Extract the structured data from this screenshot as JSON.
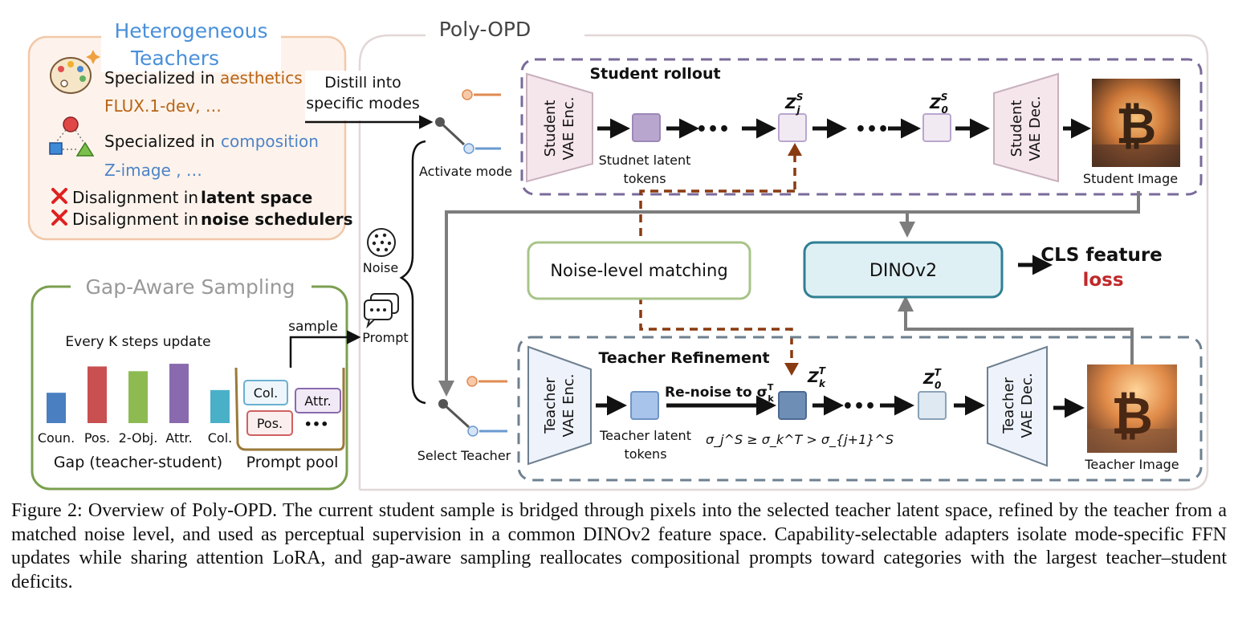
{
  "teachers_panel": {
    "title_line1": "Heterogeneous",
    "title_line2": "Teachers",
    "aesthetics_prefix": "Specialized in ",
    "aesthetics_word": "aesthetics",
    "aesthetics_models": "FLUX.1-dev, …",
    "composition_prefix": "Specialized in ",
    "composition_word": "composition",
    "composition_models": "Z-image , …",
    "issue1_prefix": "Disalignment in ",
    "issue1_bold": "latent space",
    "issue2_prefix": "Disalignment in ",
    "issue2_bold": "noise schedulers"
  },
  "distill_label_line1": "Distill into",
  "distill_label_line2": "specific modes",
  "main_title": "Poly-OPD",
  "activate_mode_label": "Activate mode",
  "select_teacher_label": "Select Teacher",
  "noise_label": "Noise",
  "prompt_label": "Prompt",
  "sample_label": "sample",
  "student": {
    "title": "Student rollout",
    "enc_line1": "Student",
    "enc_line2": "VAE Enc.",
    "dec_line1": "Student",
    "dec_line2": "VAE Dec.",
    "latent_line1": "Studnet latent",
    "latent_line2": "tokens",
    "zj": "Z",
    "zj_sup": "S",
    "zj_sub": "j",
    "z0": "Z",
    "z0_sup": "S",
    "z0_sub": "0",
    "image_label": "Student Image"
  },
  "teacher": {
    "title": "Teacher Refinement",
    "enc_line1": "Teacher",
    "enc_line2": "VAE Enc.",
    "dec_line1": "Teacher",
    "dec_line2": "VAE Dec.",
    "latent_line1": "Teacher latent",
    "latent_line2": "tokens",
    "renoise": "Re-noise to σ",
    "renoise_sup": "T",
    "renoise_sub": "k",
    "zk": "Z",
    "zk_sup": "T",
    "zk_sub": "k",
    "z0": "Z",
    "z0_sup": "T",
    "z0_sub": "0",
    "sigma_condition": "σ_j^S ≥ σ_k^T > σ_{j+1}^S",
    "image_label": "Teacher Image"
  },
  "noise_matching_label": "Noise-level matching",
  "dinov2_label": "DINOv2",
  "cls_feature_label": "CLS feature",
  "loss_label": "loss",
  "gap_panel": {
    "title": "Gap-Aware Sampling",
    "update_label": "Every K steps update",
    "gap_label": "Gap (teacher-student)",
    "pool_label": "Prompt pool",
    "pool_items": [
      "Col.",
      "Attr.",
      "Pos.",
      "•••"
    ]
  },
  "chart_data": {
    "type": "bar",
    "categories": [
      "Coun.",
      "Pos.",
      "2-Obj.",
      "Attr.",
      "Col."
    ],
    "values": [
      0.45,
      0.84,
      0.77,
      0.88,
      0.49
    ],
    "colors": [
      "#4a7fc1",
      "#c85050",
      "#8dbb52",
      "#8a6aae",
      "#4ab0c8"
    ],
    "title": "Every K steps update",
    "xlabel": "Gap (teacher-student)",
    "ylabel": ""
  },
  "colors": {
    "title_blue": "#4a90d9",
    "aesthetics": "#b86414",
    "composition": "#4f83c6",
    "student_frame": "#7a6a9a",
    "teacher_frame": "#6e8090",
    "noise_arrow": "#8a3a10",
    "loss_red": "#c0282a",
    "dino_fill": "#dff0f4",
    "dino_stroke": "#2f7f94",
    "noise_match_stroke": "#a8c488",
    "gap_stroke": "#7ba050"
  },
  "caption": "Figure 2: Overview of Poly-OPD. The current student sample is bridged through pixels into the selected teacher latent space, refined by the teacher from a matched noise level, and used as perceptual supervision in a common DINOv2 feature space. Capability-selectable adapters isolate mode-specific FFN updates while sharing attention LoRA, and gap-aware sampling reallocates compositional prompts toward categories with the largest teacher–student deficits."
}
